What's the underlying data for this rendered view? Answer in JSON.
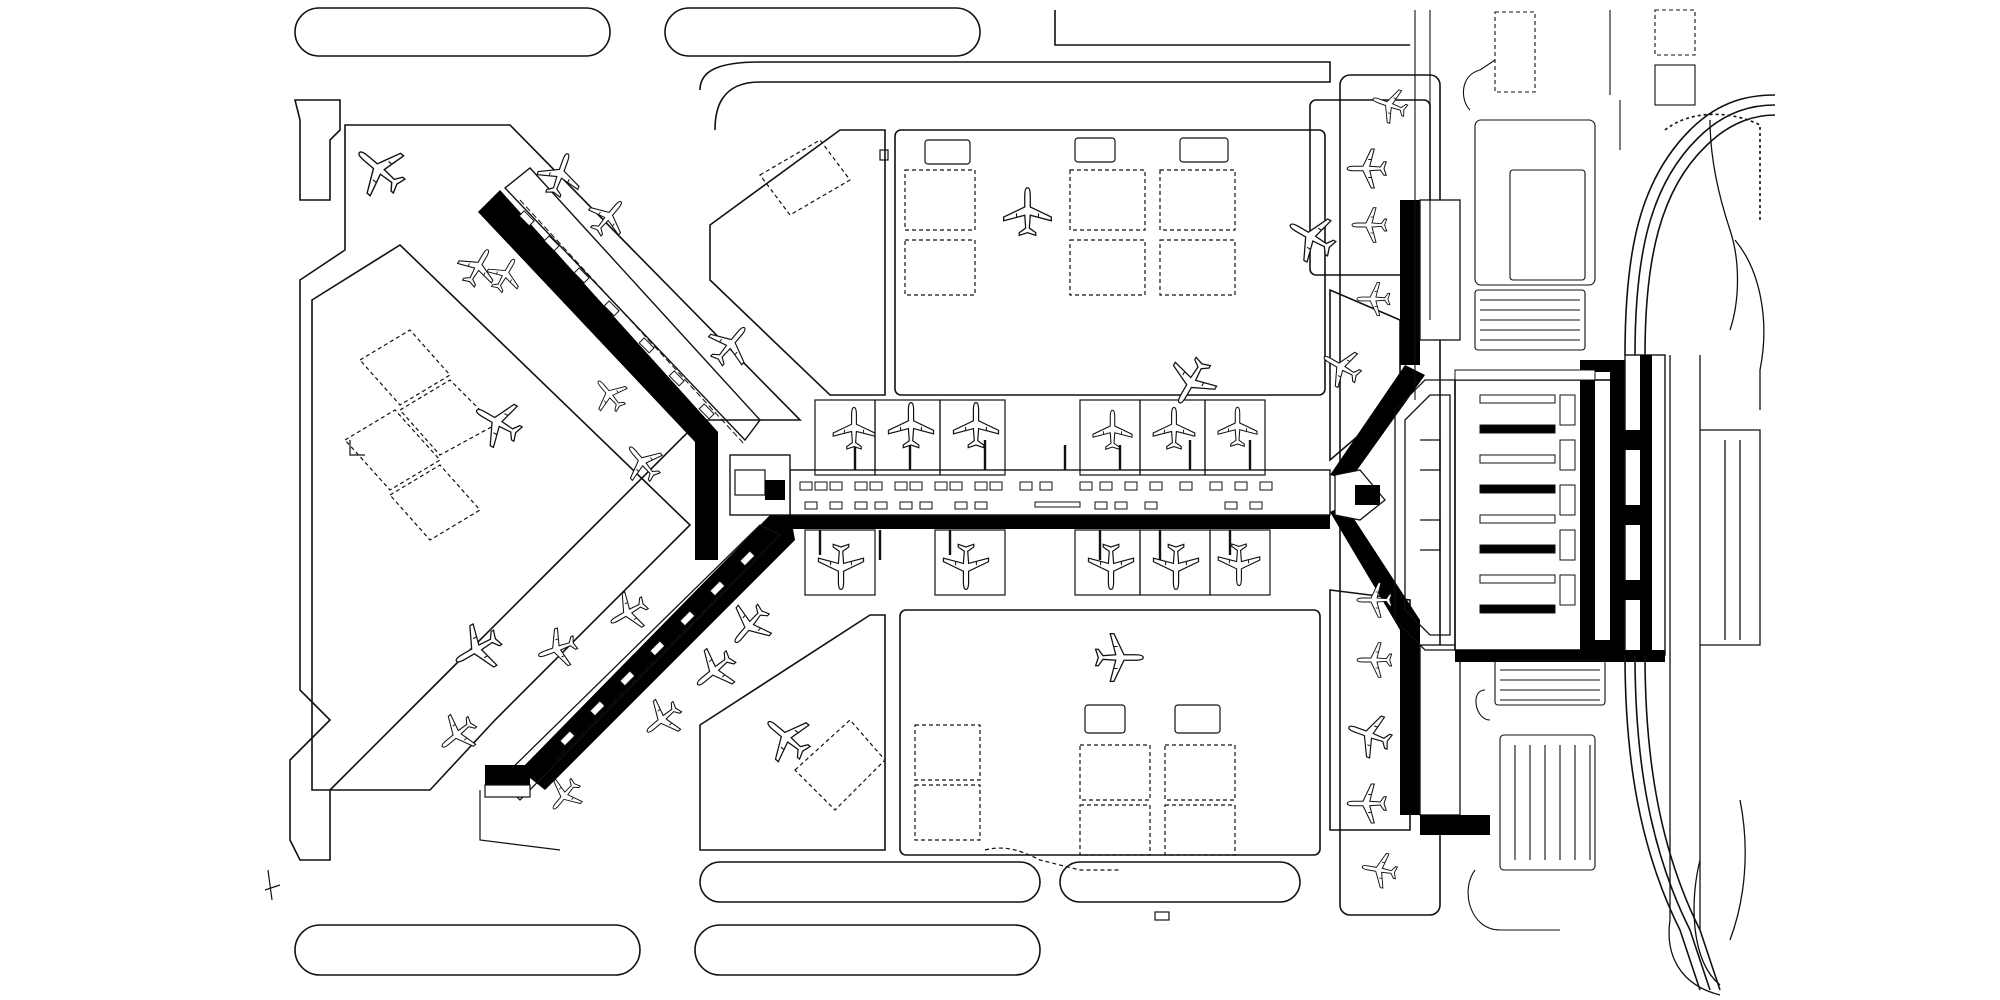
{
  "drawing": {
    "kind": "airport terminal site plan",
    "line_color": "#111111",
    "fill_color": "#000000",
    "paper_color": "#ffffff",
    "aircraft_icon": "airplane-icon",
    "piers": [
      "west-pier-upper",
      "west-pier-lower",
      "central-pier",
      "east-pier-upper",
      "east-pier-lower"
    ],
    "landside": [
      "terminal-building",
      "car-parks",
      "railway-lines",
      "roadways"
    ]
  }
}
